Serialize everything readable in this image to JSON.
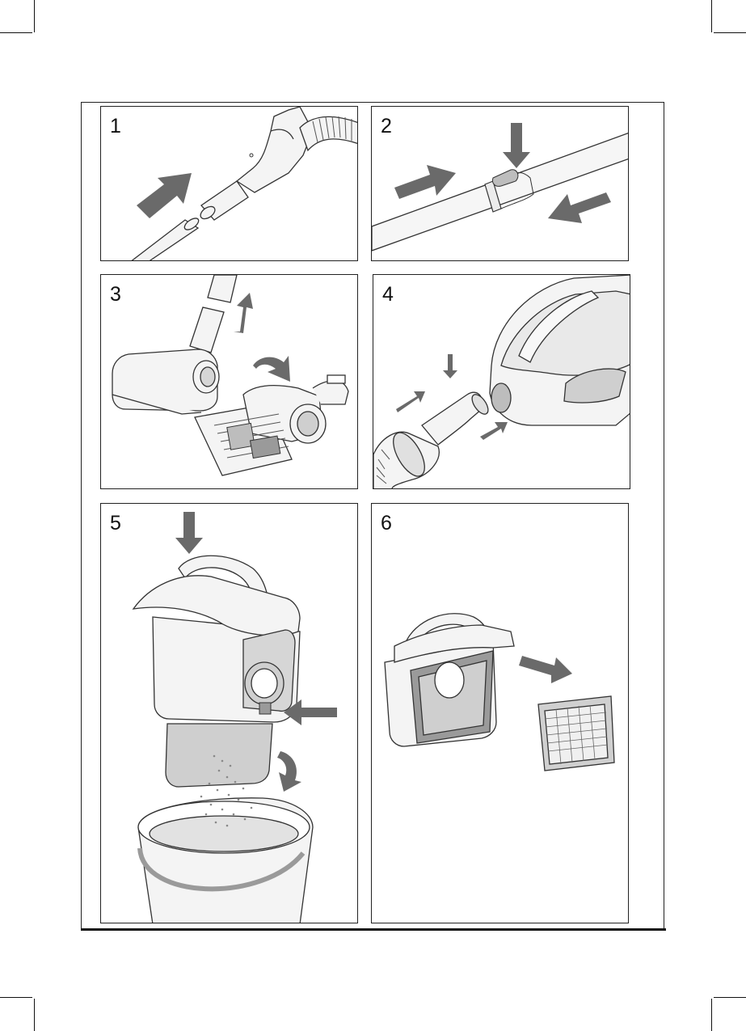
{
  "panels": [
    {
      "number": "1"
    },
    {
      "number": "2"
    },
    {
      "number": "3"
    },
    {
      "number": "4"
    },
    {
      "number": "5"
    },
    {
      "number": "6"
    }
  ],
  "colors": {
    "arrow": "#6a6a6a",
    "line": "#333333",
    "part_fill": "#f4f4f4",
    "shade": "#cfcfcf",
    "dark_shade": "#9a9a9a"
  }
}
